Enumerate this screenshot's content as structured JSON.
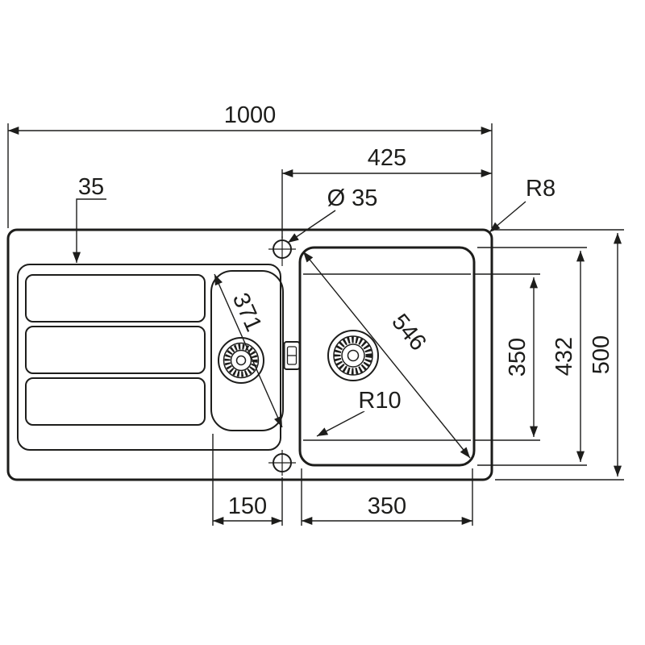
{
  "diagram": {
    "kind": "sink-technical-drawing",
    "view": "top view with dimensions",
    "background": "#ffffff",
    "line_color": "#1d1d1b"
  },
  "dims": {
    "overall_width": "1000",
    "bowl_offset_right": "425",
    "faucet_hole_diameter": "Ø 35",
    "outer_corner_radius": "R8",
    "deck_edge_offset": "35",
    "small_bowl_diagonal": "371",
    "main_bowl_diagonal": "546",
    "main_bowl_inner_height": "350",
    "main_bowl_outer_height": "432",
    "overall_depth": "500",
    "inner_corner_radius": "R10",
    "small_bowl_width": "150",
    "main_bowl_width": "350"
  }
}
